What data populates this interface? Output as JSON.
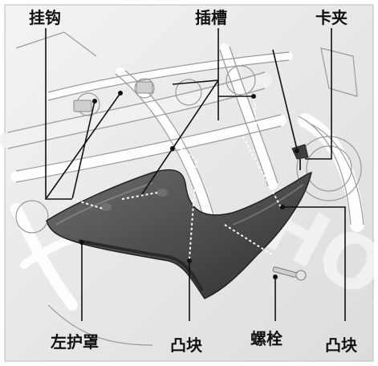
{
  "labels": {
    "hook": "挂钩",
    "slot": "插槽",
    "clip": "卡夹",
    "left_cover": "左护罩",
    "boss_center": "凸块",
    "bolt": "螺栓",
    "boss_right": "凸块"
  },
  "watermark": "HON",
  "colors": {
    "frame_bg": "#e9e9e9",
    "panel": "#505152",
    "panel_dark": "#3a3a3b",
    "panel_light": "#7d7e80",
    "line": "#111111",
    "dash": "#ffffff"
  }
}
